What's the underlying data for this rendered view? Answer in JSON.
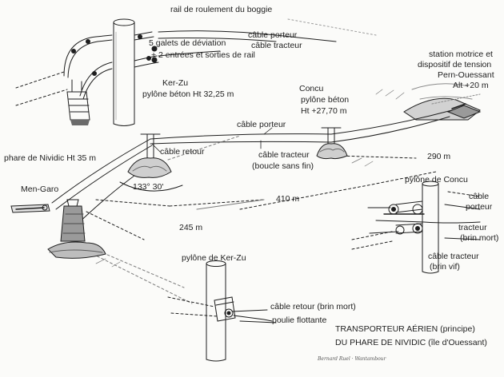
{
  "labels": {
    "rail": "rail de roulement du boggie",
    "galets_1": "5 galets de déviation",
    "galets_2": "+ 2 entrées et sorties de rail",
    "top_porteur": "câble porteur",
    "top_tracteur": "câble tracteur",
    "station_1": "station motrice et",
    "station_2": "dispositif de tension",
    "station_3": "Pern-Ouessant",
    "station_4": "Alt +20 m",
    "kerzu_1": "Ker-Zu",
    "kerzu_2": "pylône béton Ht 32,25 m",
    "concu_1": "Concu",
    "concu_2": "pylône béton",
    "concu_3": "Ht +27,70 m",
    "mid_porteur": "câble porteur",
    "mid_tracteur_1": "câble tracteur",
    "mid_tracteur_2": "(boucle sans fin)",
    "cable_retour": "câble retour",
    "phare": "phare de Nividic Ht 35 m",
    "men_garo": "Men-Garo",
    "angle": "133° 30'",
    "dist_245": "245 m",
    "dist_410": "410 m",
    "dist_290": "290 m",
    "concu_detail_title": "pylône de Concu",
    "concu_porteur_1": "câble",
    "concu_porteur_2": "porteur",
    "concu_tracteur_1": "tracteur",
    "concu_tracteur_2": "(brin mort)",
    "concu_vif_1": "câble tracteur",
    "concu_vif_2": "(brin vif)",
    "kerzu_detail_title": "pylône de Ker-Zu",
    "retour_mort": "câble retour (brin mort)",
    "poulie": "poulie flottante",
    "caption_1": "TRANSPORTEUR AÉRIEN (principe)",
    "caption_2": "DU PHARE DE NIVIDIC (île d'Ouessant)",
    "signature": "Bernard Ruel · Wantambour"
  },
  "colors": {
    "ink": "#1e1e1e",
    "paper": "#fbfbf9",
    "shade": "#6b6b6b"
  }
}
